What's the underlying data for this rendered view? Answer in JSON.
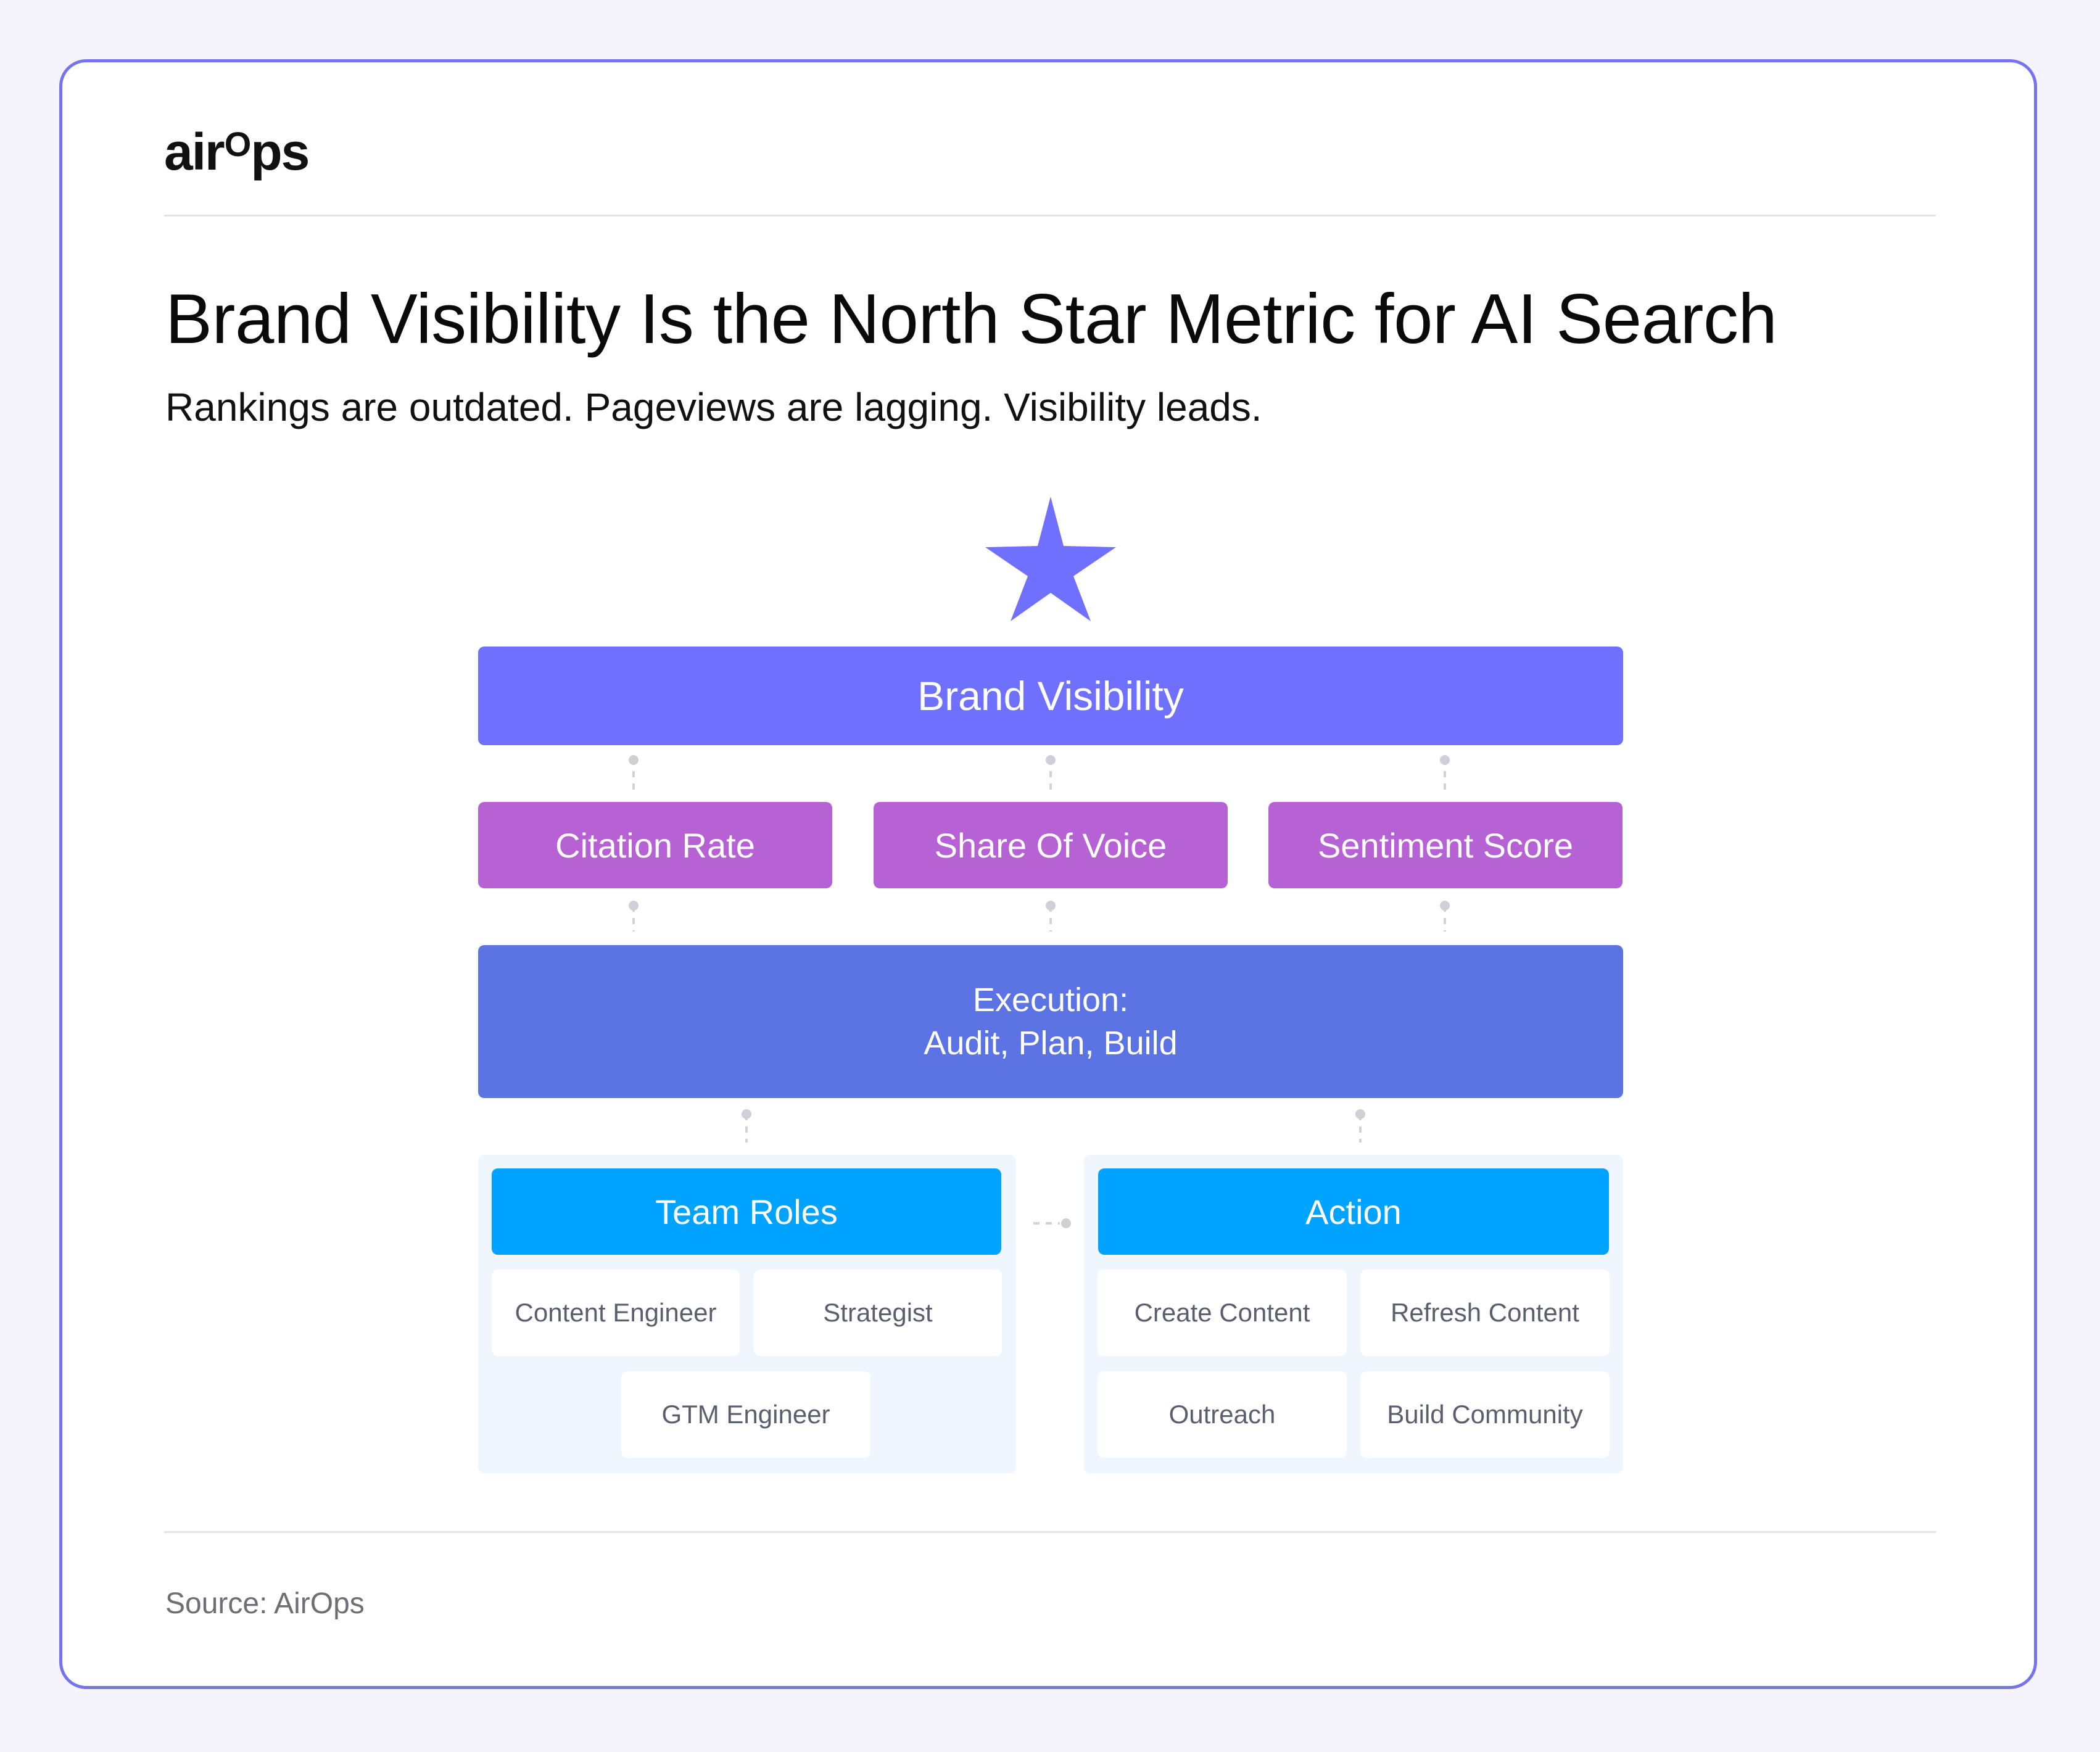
{
  "brand": {
    "logo_prefix": "air",
    "logo_o": "O",
    "logo_suffix": "ps"
  },
  "header": {
    "title": "Brand Visibility Is the North Star Metric for AI Search",
    "subtitle": "Rankings are outdated. Pageviews are lagging. Visibility leads."
  },
  "diagram": {
    "top": "Brand Visibility",
    "metrics": [
      "Citation Rate",
      "Share Of Voice",
      "Sentiment Score"
    ],
    "execution": {
      "line1": "Execution:",
      "line2": "Audit, Plan, Build"
    },
    "team": {
      "title": "Team Roles",
      "items": [
        "Content Engineer",
        "Strategist",
        "GTM Engineer"
      ]
    },
    "action": {
      "title": "Action",
      "items": [
        "Create Content",
        "Refresh Content",
        "Outreach",
        "Build Community"
      ]
    }
  },
  "footer": {
    "source": "Source: AirOps"
  },
  "colors": {
    "star": "#7070FF",
    "brand_box": "#7070FF",
    "metric_box": "#B762D4",
    "execution_box": "#5B73E3",
    "group_head": "#00A3FF",
    "card_border": "#7673EE"
  }
}
